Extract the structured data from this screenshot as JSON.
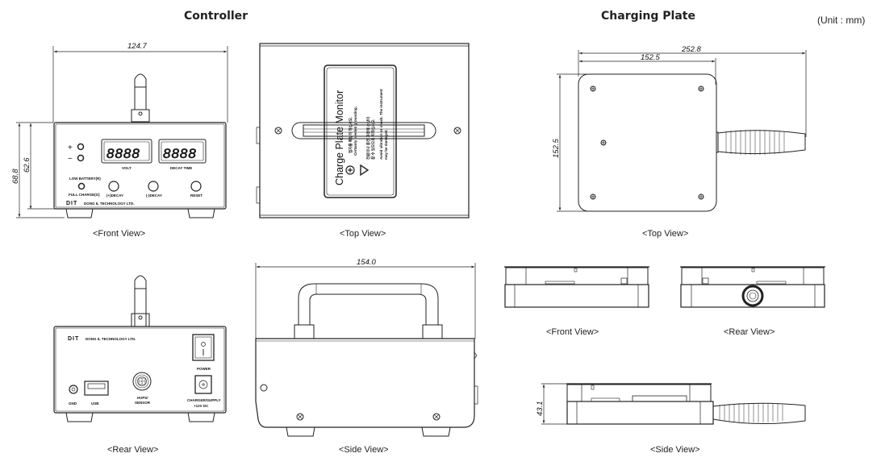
{
  "header": {
    "controller_title": "Controller",
    "charging_plate_title": "Charging Plate",
    "unit_note": "(Unit : mm)"
  },
  "controller": {
    "front_view": {
      "caption": "<Front View>",
      "width_dim": "124.7",
      "height_total_dim": "68.8",
      "height_body_dim": "62.6",
      "display_digits": "8888",
      "volt_label": "VOLT",
      "decay_label": "DECAY TIME",
      "plus_label": "+",
      "minus_label": "−",
      "low_battery_label": "LOW BATTERY(R)",
      "full_charge_label": "FULL CHARGE(G)",
      "plus_decay_label": "(+)DECAY",
      "minus_decay_label": "(-)DECAY",
      "reset_label": "RESET",
      "brand_mark": "DIT",
      "company_name": "DONG IL TECHNOLOGY LTD."
    },
    "top_view": {
      "caption": "<Top View>",
      "label_title": "Charge Plate Monitor",
      "label_line1": "접지를 확실히 하십시오.",
      "label_line2": "Certainly needed grounding.",
      "label_line3": "전원이나 충전 과정에 손상이",
      "label_line4": "갈 수 있으므로 피하십시오.",
      "label_line5": "Avoid vibration or shock. The instrument",
      "label_line6": "may be damaged."
    },
    "rear_view": {
      "caption": "<Rear View>",
      "brand_mark": "DIT",
      "company_name": "DONG IL TECHNOLOGY LTD.",
      "power_label": "POWER",
      "gnd_label": "GND",
      "usb_label": "USB",
      "hvps_label_1": "HVPS/",
      "hvps_label_2": "SENSOR",
      "charger_label_1": "CHARGER/SUPPLY",
      "charger_label_2": "+12V DC"
    },
    "side_view": {
      "caption": "<Side View>",
      "length_dim": "154.0"
    }
  },
  "charging_plate": {
    "top_view": {
      "caption": "<Top View>",
      "total_length_dim": "252.8",
      "plate_width_dim": "152.5",
      "plate_height_dim": "152.5"
    },
    "front_view": {
      "caption": "<Front View>"
    },
    "rear_view": {
      "caption": "<Rear View>"
    },
    "side_view": {
      "caption": "<Side View>",
      "height_dim": "43.1"
    }
  }
}
